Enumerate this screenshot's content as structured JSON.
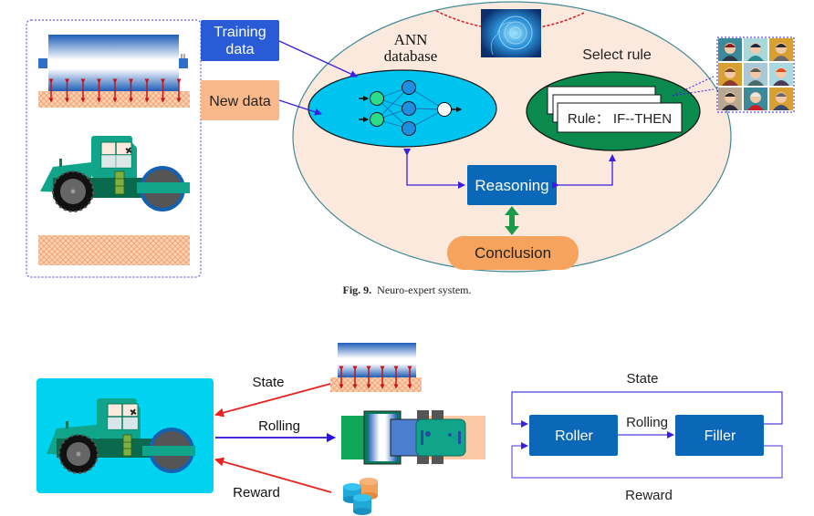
{
  "figure9": {
    "inputs": {
      "training_data_line1": "Training",
      "training_data_line2": "data",
      "new_data": "New data"
    },
    "ann_database_line1": "ANN",
    "ann_database_line2": "database",
    "select_rule": "Select rule",
    "rule_card": "Rule： IF--THEN",
    "reasoning": "Reasoning",
    "conclusion": "Conclusion",
    "caption_label": "Fig. 9.",
    "caption_text": "Neuro-expert system.",
    "colors": {
      "training_box": "#2a5bd7",
      "new_data_box": "#f9b98a",
      "system_ellipse": "#fbe9de",
      "ann_ellipse": "#00c4f0",
      "rule_ellipse": "#0a8a4d",
      "reasoning_box": "#0b67b8",
      "conclusion_box": "#f6a35e",
      "flow_arrow": "#3b1ee0",
      "green_arrow": "#1b9a4a"
    }
  },
  "figure10": {
    "left": {
      "state": "State",
      "rolling": "Rolling",
      "reward": "Reward"
    },
    "right": {
      "state": "State",
      "rolling": "Rolling",
      "reward": "Reward",
      "roller": "Roller",
      "filler": "Filler"
    },
    "colors": {
      "agent_panel": "#00d2f0",
      "state_arrow": "#e8231f",
      "action_arrow": "#2a10d8",
      "node_box": "#0b67b8",
      "loop_line": "#6a5ae8"
    }
  }
}
